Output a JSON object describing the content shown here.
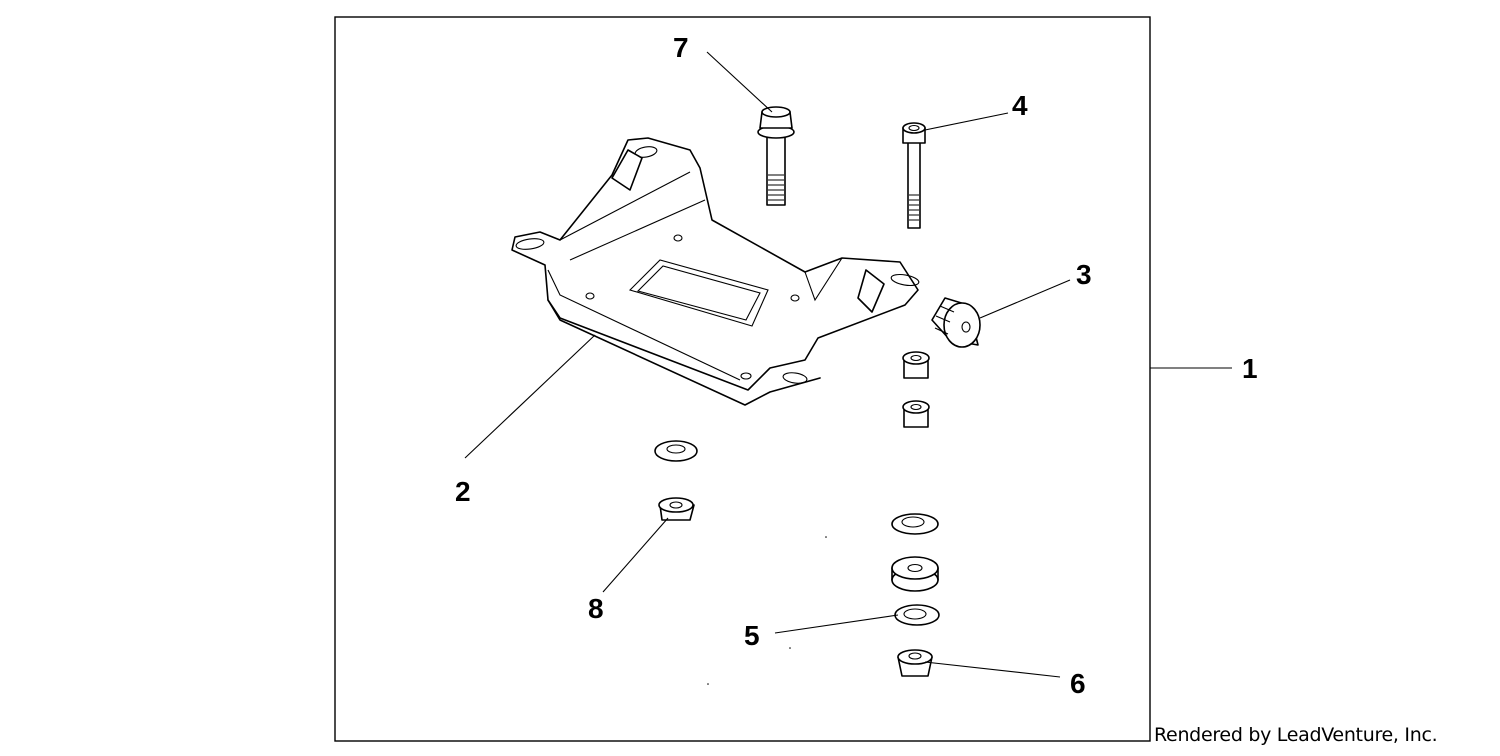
{
  "callouts": {
    "c1": "1",
    "c2": "2",
    "c3": "3",
    "c4": "4",
    "c5": "5",
    "c6": "6",
    "c7": "7",
    "c8": "8"
  },
  "credit": "Rendered by LeadVenture, Inc.",
  "colors": {
    "line": "#000000",
    "background": "#ffffff"
  }
}
